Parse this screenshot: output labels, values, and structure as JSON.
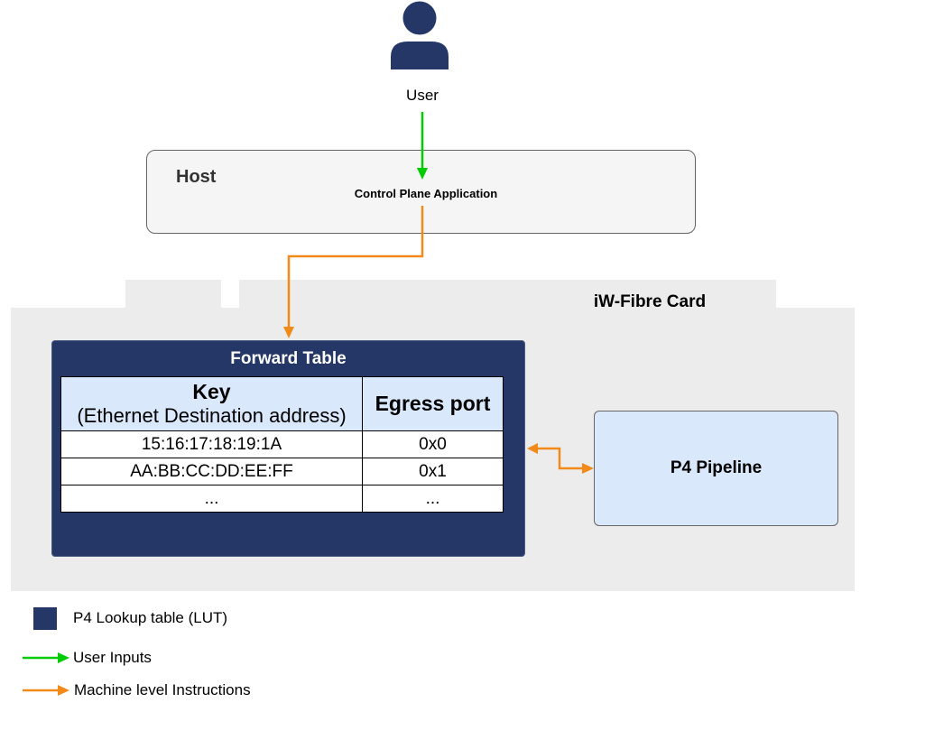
{
  "user": {
    "label": "User"
  },
  "host": {
    "title": "Host",
    "application": "Control Plane Application"
  },
  "card": {
    "title": "iW-Fibre Card"
  },
  "forward_table": {
    "title": "Forward Table",
    "headers": {
      "key": "Key",
      "key_detail": "(Ethernet Destination address)",
      "egress": "Egress port"
    },
    "rows": [
      {
        "key": "15:16:17:18:19:1A",
        "egress": "0x0"
      },
      {
        "key": "AA:BB:CC:DD:EE:FF",
        "egress": "0x1"
      },
      {
        "key": "...",
        "egress": "..."
      }
    ]
  },
  "pipeline": {
    "label": "P4 Pipeline"
  },
  "legend": {
    "lut": "P4 Lookup table (LUT)",
    "user_inputs": "User Inputs",
    "machine": "Machine level Instructions"
  },
  "colors": {
    "lut": "#253766",
    "user_arrow": "#00cc00",
    "machine_arrow": "#f28a1a",
    "pipeline_fill": "#dae8fc",
    "card_fill": "#ececec"
  }
}
